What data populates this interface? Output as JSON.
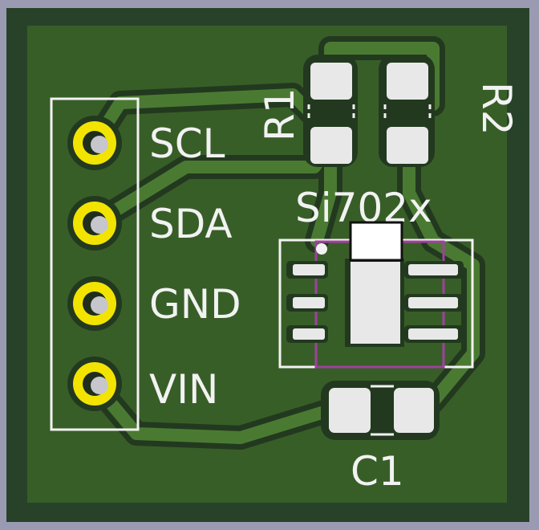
{
  "colors": {
    "background": "#9a9bb2",
    "board_edge": "#28422a",
    "copper_fill": "#385e28",
    "trace": "#4a7a32",
    "clearance": "#22391f",
    "silkscreen": "#f2f2f2",
    "pad": "#e8e8e8",
    "through_hole_ring": "#f2e400",
    "drill": "#c6c6cc",
    "courtyard": "#a040a0"
  },
  "header": {
    "pins": [
      {
        "label": "SCL",
        "icon": "through-hole-pad-icon"
      },
      {
        "label": "SDA",
        "icon": "through-hole-pad-icon"
      },
      {
        "label": "GND",
        "icon": "through-hole-pad-icon"
      },
      {
        "label": "VIN",
        "icon": "through-hole-pad-icon"
      }
    ]
  },
  "components": {
    "sensor": {
      "label": "Si702x"
    },
    "r1": {
      "label": "R1"
    },
    "r2": {
      "label": "R2"
    },
    "c1": {
      "label": "C1"
    }
  }
}
